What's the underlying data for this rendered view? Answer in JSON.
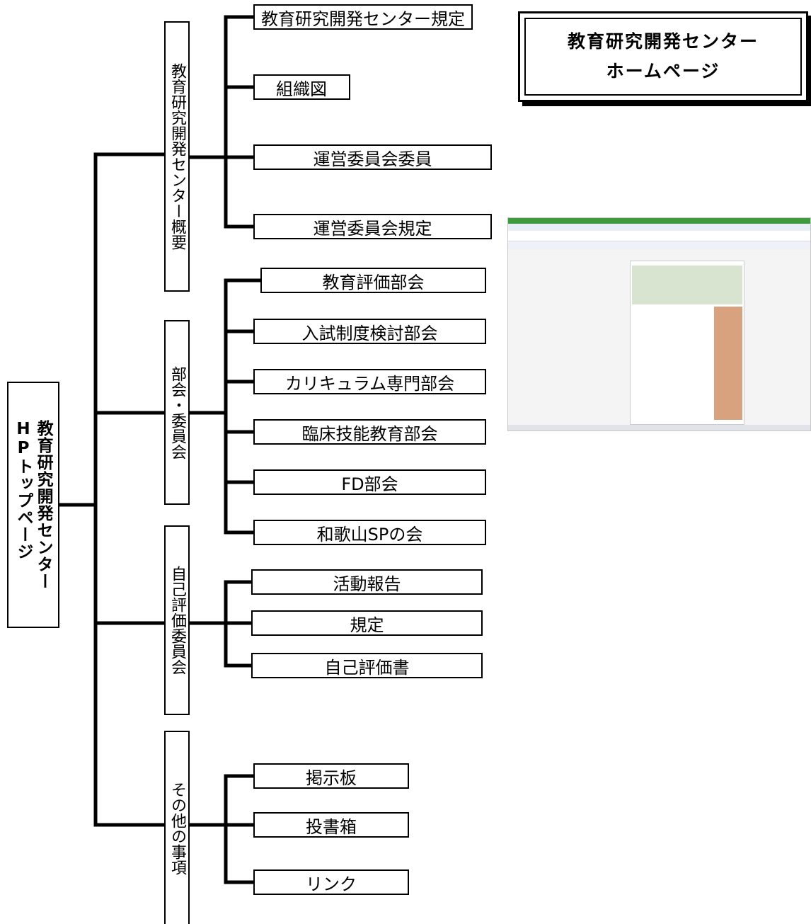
{
  "title": {
    "line1": "教育研究開発センター",
    "line2": "ホームページ"
  },
  "root": {
    "line1": "教育研究開発センター",
    "line2": "HPトップページ"
  },
  "categories": [
    {
      "label": "教育研究開発センター概要",
      "items": [
        "教育研究開発センター規定",
        "組織図",
        "運営委員会委員",
        "運営委員会規定"
      ]
    },
    {
      "label": "部会・委員会",
      "items": [
        "教育評価部会",
        "入試制度検討部会",
        "カリキュラム専門部会",
        "臨床技能教育部会",
        "FD部会",
        "和歌山SPの会"
      ]
    },
    {
      "label": "自己評価委員会",
      "items": [
        "活動報告",
        "規定",
        "自己評価書"
      ]
    },
    {
      "label": "その他の事項",
      "items": [
        "掲示板",
        "投書箱",
        "リンク"
      ]
    }
  ],
  "screenshot_icon": "website-screenshot"
}
